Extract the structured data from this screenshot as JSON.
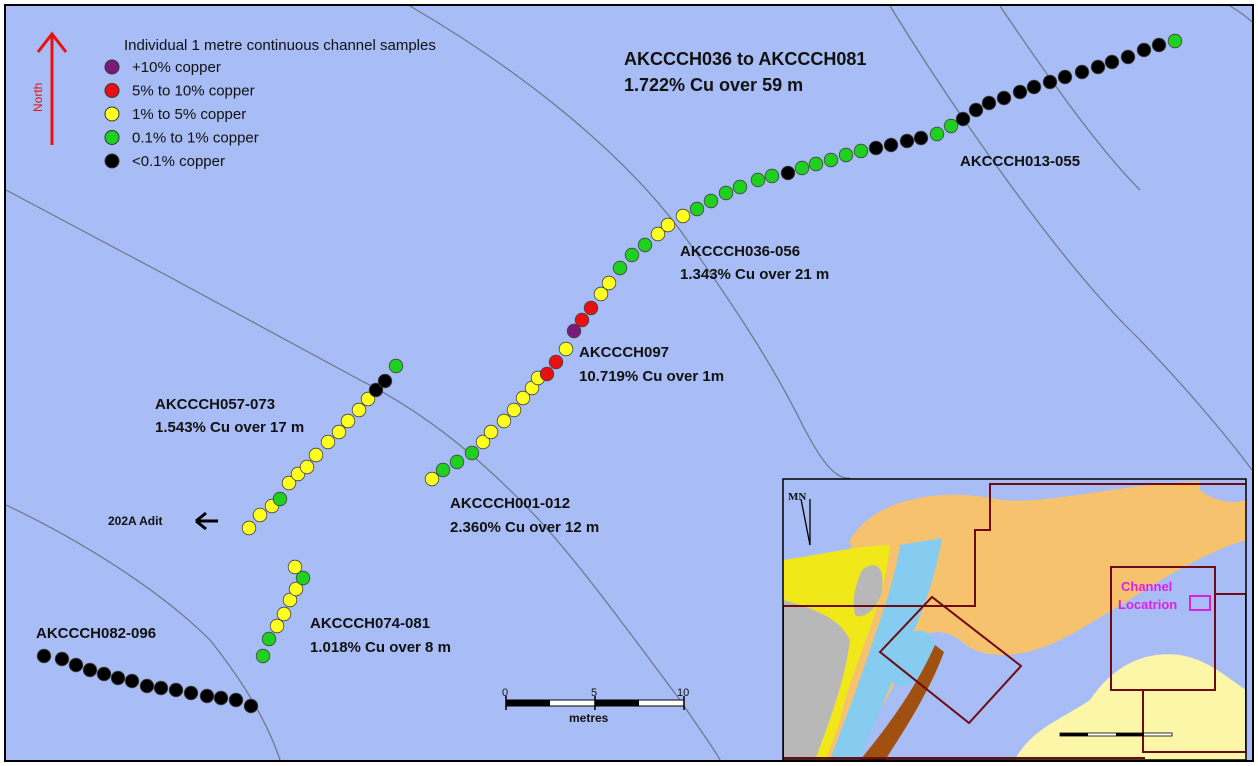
{
  "colors": {
    "background": "#a8bcf5",
    "frame": "#000000",
    "plus10": "#7a1a7a",
    "5to10": "#e81010",
    "1to5": "#ffff20",
    "0p1to1": "#20d020",
    "lt0p1": "#000000",
    "north_arrow": "#e81010"
  },
  "north_label": "North",
  "legend": {
    "title": "Individual 1 metre continuous channel samples",
    "items": [
      {
        "label": "+10% copper",
        "color": "#7a1a7a"
      },
      {
        "label": "5% to 10% copper",
        "color": "#e81010"
      },
      {
        "label": "1% to 5% copper",
        "color": "#ffff20"
      },
      {
        "label": "0.1% to 1% copper",
        "color": "#20d020"
      },
      {
        "label": "<0.1% copper",
        "color": "#000000"
      }
    ]
  },
  "headline": {
    "line1": "AKCCCH036 to AKCCCH081",
    "line2": "1.722% Cu over 59 m"
  },
  "labels": {
    "ch013": "AKCCCH013-055",
    "ch036_name": "AKCCCH036-056",
    "ch036_value": "1.343% Cu over 21 m",
    "ch097_name": "AKCCCH097",
    "ch097_value": "10.719% Cu over 1m",
    "ch057_name": "AKCCCH057-073",
    "ch057_value": "1.543% Cu over 17 m",
    "ch001_name": "AKCCCH001-012",
    "ch001_value": "2.360% Cu over 12 m",
    "adit": "202A Adit",
    "ch074_name": "AKCCCH074-081",
    "ch074_value": "1.018% Cu over 8 m",
    "ch082": "AKCCCH082-096"
  },
  "scale_bar": {
    "ticks": [
      "0",
      "5",
      "10"
    ],
    "unit": "metres"
  },
  "inset": {
    "mn_label": "MN",
    "channel_label_1": "Channel",
    "channel_label_2": "Locatrion"
  }
}
